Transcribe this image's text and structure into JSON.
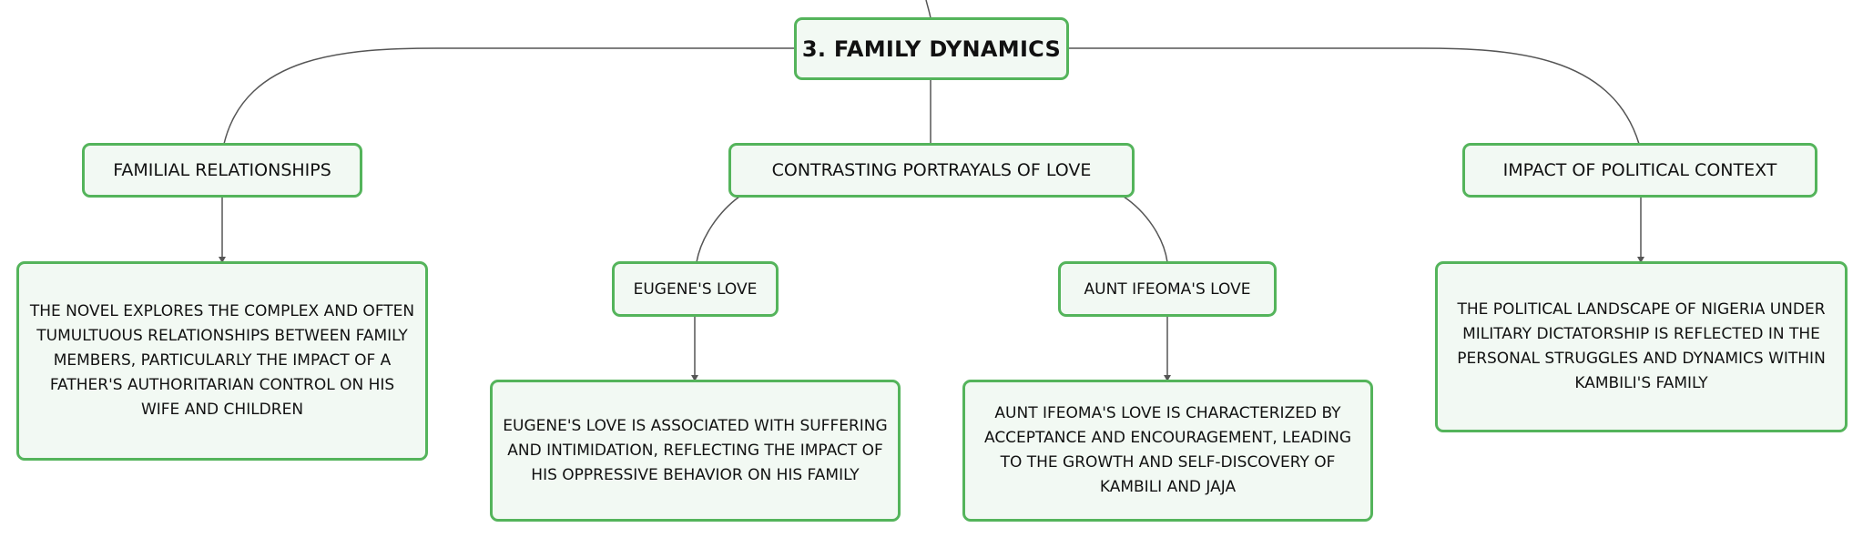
{
  "diagram": {
    "root": {
      "label": "3. FAMILY DYNAMICS"
    },
    "familial": {
      "label": "FAMILIAL RELATIONSHIPS",
      "description": "THE NOVEL EXPLORES THE COMPLEX AND OFTEN TUMULTUOUS RELATIONSHIPS BETWEEN FAMILY MEMBERS, PARTICULARLY THE IMPACT OF A FATHER'S AUTHORITARIAN CONTROL ON HIS WIFE AND CHILDREN"
    },
    "love": {
      "label": "CONTRASTING PORTRAYALS OF LOVE",
      "eugene": {
        "label": "EUGENE'S LOVE",
        "description": "EUGENE'S LOVE IS ASSOCIATED WITH SUFFERING AND INTIMIDATION, REFLECTING THE IMPACT OF HIS OPPRESSIVE BEHAVIOR ON HIS FAMILY"
      },
      "ifeoma": {
        "label": "AUNT IFEOMA'S LOVE",
        "description": "AUNT IFEOMA'S LOVE IS CHARACTERIZED BY ACCEPTANCE AND ENCOURAGEMENT, LEADING TO THE GROWTH AND SELF-DISCOVERY OF KAMBILI AND JAJA"
      }
    },
    "political": {
      "label": "IMPACT OF POLITICAL CONTEXT",
      "description": "THE POLITICAL LANDSCAPE OF NIGERIA UNDER MILITARY DICTATORSHIP IS REFLECTED IN THE PERSONAL STRUGGLES AND DYNAMICS WITHIN KAMBILI'S FAMILY"
    }
  },
  "colors": {
    "border": "#54b45b",
    "fill": "#f2f9f3",
    "line": "#555555",
    "text": "#111111"
  }
}
